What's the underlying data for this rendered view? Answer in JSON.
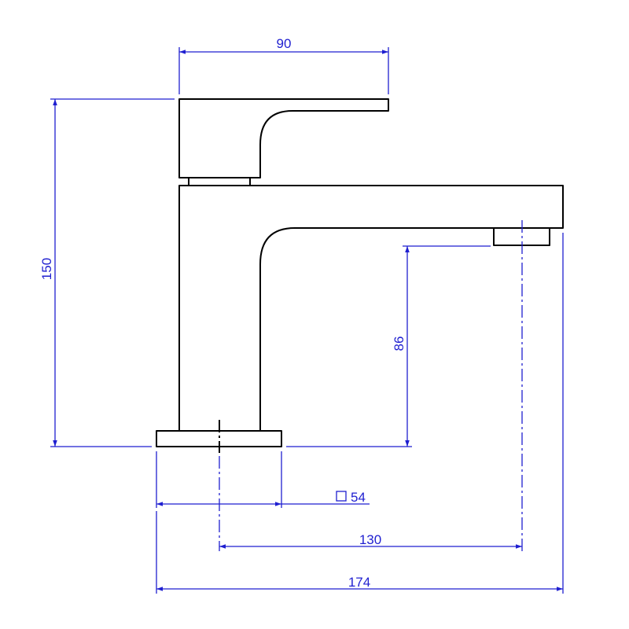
{
  "colors": {
    "outline": "#000000",
    "dimension": "#1f1fd0",
    "background": "#ffffff"
  },
  "dimensions": {
    "handle_width": "90",
    "total_height": "150",
    "spout_clearance": "86",
    "base_square": "54",
    "spout_reach": "130",
    "total_length": "174"
  }
}
